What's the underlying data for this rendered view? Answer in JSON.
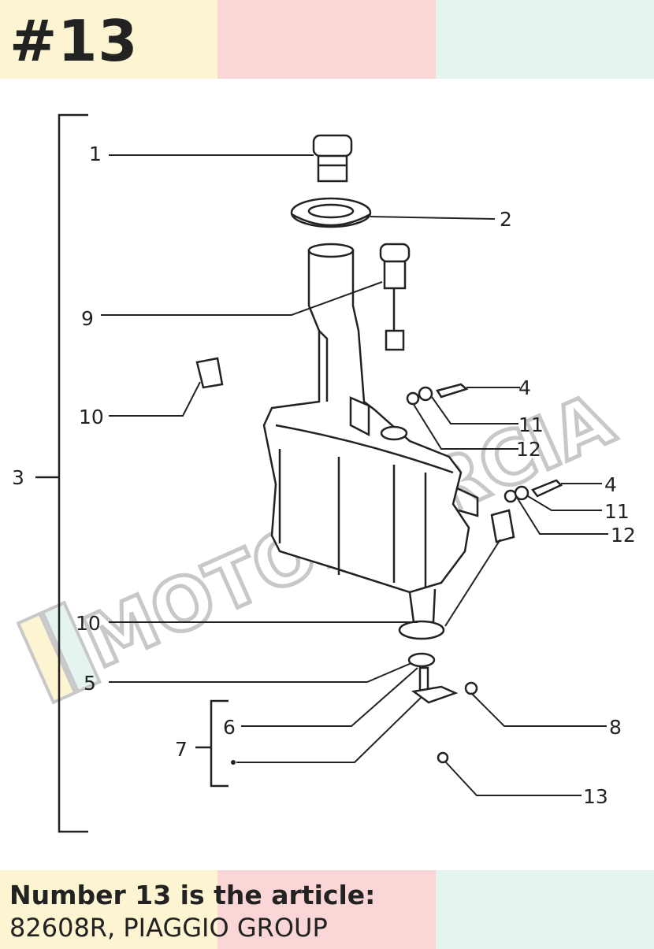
{
  "header": {
    "badge": "#13"
  },
  "band_colors": [
    "#fdf4d2",
    "#fad7d6",
    "#e5f4ee"
  ],
  "watermark": "MOTOMURCIA",
  "diagram": {
    "labels": [
      "1",
      "2",
      "9",
      "10",
      "4",
      "11",
      "12",
      "3",
      "4",
      "11",
      "12",
      "10",
      "5",
      "6",
      "7",
      "8",
      "13"
    ]
  },
  "footer": {
    "line1": "Number 13 is the article:",
    "line2": "82608R, PIAGGIO GROUP"
  }
}
